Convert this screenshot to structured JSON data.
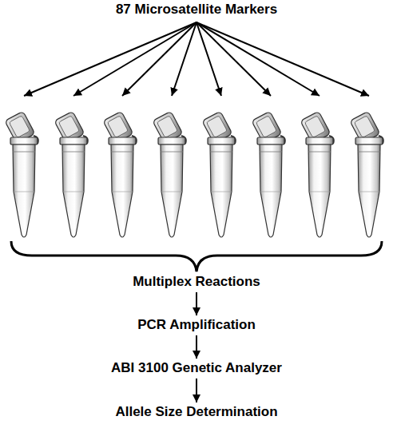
{
  "diagram": {
    "nodes": [
      {
        "text": [
          "87 Microsatellite Markers"
        ]
      },
      {
        "text": [
          "Multiplex Reactions"
        ]
      },
      {
        "text": [
          "PCR Amplification"
        ]
      },
      {
        "text": [
          "ABI 3100 Genetic Analyzer"
        ]
      },
      {
        "text": [
          "Allele Size Determination"
        ]
      }
    ],
    "edges": [
      {
        "from": 1,
        "to": 2,
        "arrow": "to"
      },
      {
        "from": 2,
        "to": 3,
        "arrow": "to"
      },
      {
        "from": 3,
        "to": 4,
        "arrow": "to"
      }
    ]
  }
}
